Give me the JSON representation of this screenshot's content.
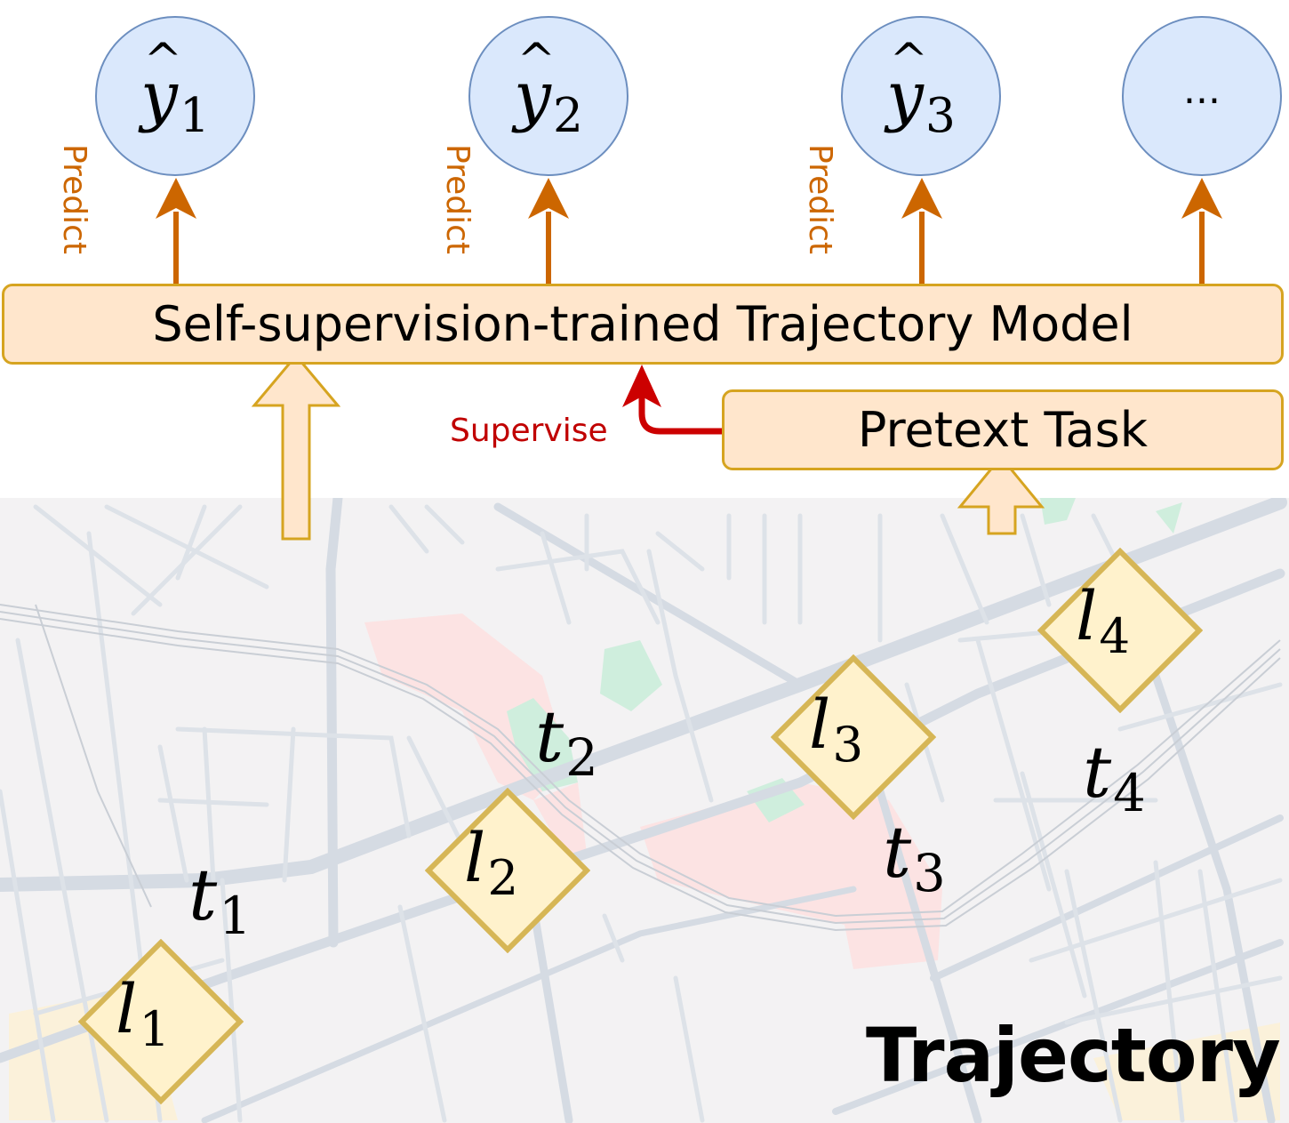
{
  "outputs": [
    {
      "base": "y",
      "hat": "^",
      "sub": "1"
    },
    {
      "base": "y",
      "hat": "^",
      "sub": "2"
    },
    {
      "base": "y",
      "hat": "^",
      "sub": "3"
    },
    {
      "ellipsis": "..."
    }
  ],
  "predict_labels": [
    "Predict",
    "Predict",
    "Predict"
  ],
  "model_box": {
    "label": "Self-supervision-trained Trajectory Model"
  },
  "pretext_box": {
    "label": "Pretext Task"
  },
  "supervise_label": "Supervise",
  "trajectory": {
    "title": "Trajectory",
    "locations": [
      {
        "base": "l",
        "sub": "1"
      },
      {
        "base": "l",
        "sub": "2"
      },
      {
        "base": "l",
        "sub": "3"
      },
      {
        "base": "l",
        "sub": "4"
      }
    ],
    "times": [
      {
        "base": "t",
        "sub": "1"
      },
      {
        "base": "t",
        "sub": "2"
      },
      {
        "base": "t",
        "sub": "3"
      },
      {
        "base": "t",
        "sub": "4"
      }
    ]
  },
  "colors": {
    "circle_fill": "#dae8fc",
    "circle_stroke": "#6c8ebf",
    "predict_arrow": "#cc6600",
    "box_fill": "#ffe6cc",
    "box_stroke": "#d6a420",
    "supervise_arrow": "#cc0000",
    "diamond_fill": "#fff2cc",
    "diamond_stroke": "#d6b656",
    "map_bg": "#f3f2f3",
    "road": "#d5dbe3"
  }
}
